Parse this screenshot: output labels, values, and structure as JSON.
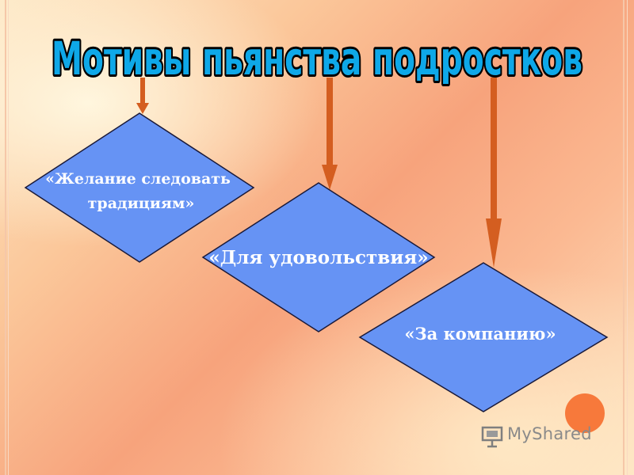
{
  "title": "Мотивы пьянства подростков",
  "nodes": [
    {
      "id": "tradition",
      "line1": "«Желание следовать",
      "line2": "традициям»"
    },
    {
      "id": "pleasure",
      "line1": "«Для удовольствия»"
    },
    {
      "id": "company",
      "line1": "«За компанию»"
    }
  ],
  "watermark": "MyShared",
  "colors": {
    "diamond_fill": "#6693f4",
    "diamond_stroke": "#1a1a3a",
    "arrow": "#d45e20",
    "title_fill": "#0ea8e8",
    "accent_dot": "#f7793b"
  }
}
